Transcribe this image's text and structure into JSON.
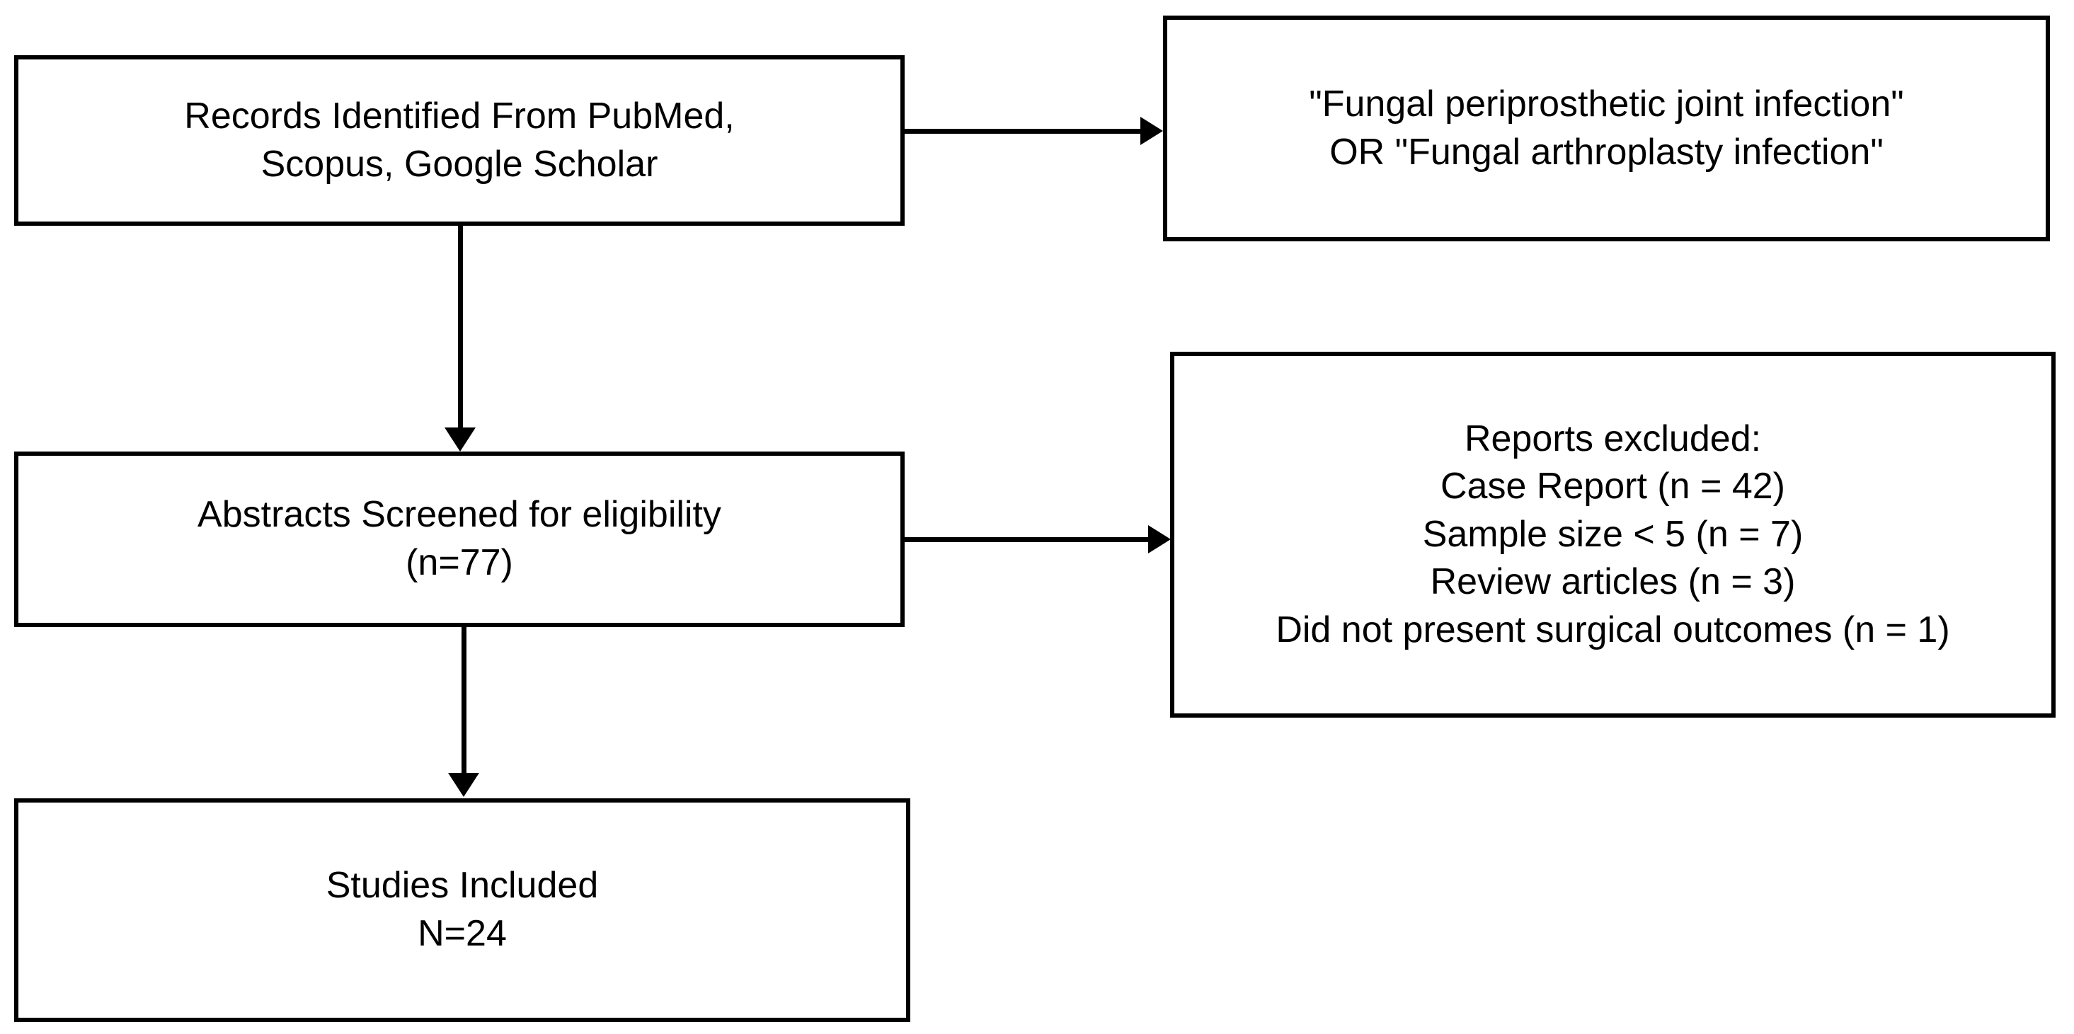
{
  "diagram": {
    "type": "prisma-flow-diagram",
    "background_color": "#ffffff",
    "border_color": "#000000",
    "text_color": "#000000",
    "boxes": [
      {
        "id": "records-identified",
        "lines": [
          "Records Identified From PubMed,",
          "Scopus, Google Scholar"
        ]
      },
      {
        "id": "search-query",
        "lines": [
          "\"Fungal periprosthetic joint infection\"",
          "OR \"Fungal arthroplasty infection\""
        ]
      },
      {
        "id": "abstracts-screened",
        "lines": [
          "Abstracts Screened for eligibility",
          "(n=77)"
        ]
      },
      {
        "id": "reports-excluded",
        "lines": [
          "Reports excluded:",
          "Case Report (n = 42)",
          "Sample size < 5 (n = 7)",
          "Review articles (n = 3)",
          "Did not present surgical outcomes (n = 1)"
        ]
      },
      {
        "id": "studies-included",
        "lines": [
          "Studies Included",
          "N=24"
        ]
      }
    ],
    "connectors": [
      {
        "id": "records-to-query",
        "direction": "right"
      },
      {
        "id": "records-to-abstracts",
        "direction": "down"
      },
      {
        "id": "abstracts-to-excluded",
        "direction": "right"
      },
      {
        "id": "abstracts-to-included",
        "direction": "down"
      }
    ]
  }
}
